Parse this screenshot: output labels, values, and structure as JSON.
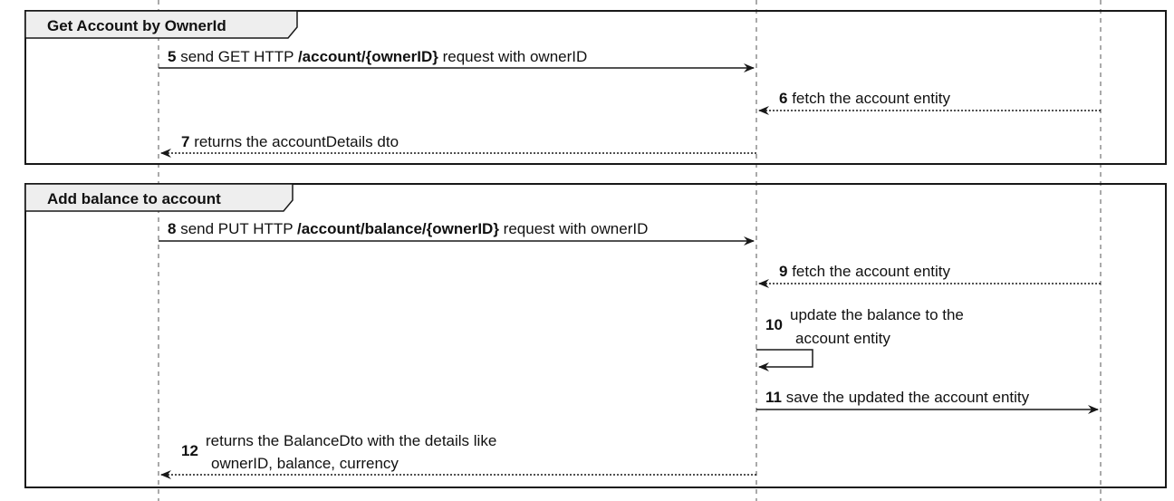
{
  "groups": [
    {
      "title": "Get Account by OwnerId"
    },
    {
      "title": "Add balance to account"
    }
  ],
  "messages": {
    "m5": {
      "num": "5",
      "pre": " send GET HTTP ",
      "bold": "/account/{ownerID}",
      "post": " request with ownerID"
    },
    "m6": {
      "num": "6",
      "text": " fetch the account entity"
    },
    "m7": {
      "num": "7",
      "text": " returns the accountDetails dto"
    },
    "m8": {
      "num": "8",
      "pre": " send PUT HTTP ",
      "bold": "/account/balance/{ownerID}",
      "post": " request with ownerID"
    },
    "m9": {
      "num": "9",
      "text": " fetch the account entity"
    },
    "m10": {
      "num": "10",
      "line1": "update the balance to the",
      "line2": "account entity"
    },
    "m11": {
      "num": "11",
      "text": " save the updated the account entity"
    },
    "m12": {
      "num": "12",
      "line1": "returns the BalanceDto with the details like",
      "line2": "ownerID, balance, currency"
    }
  }
}
